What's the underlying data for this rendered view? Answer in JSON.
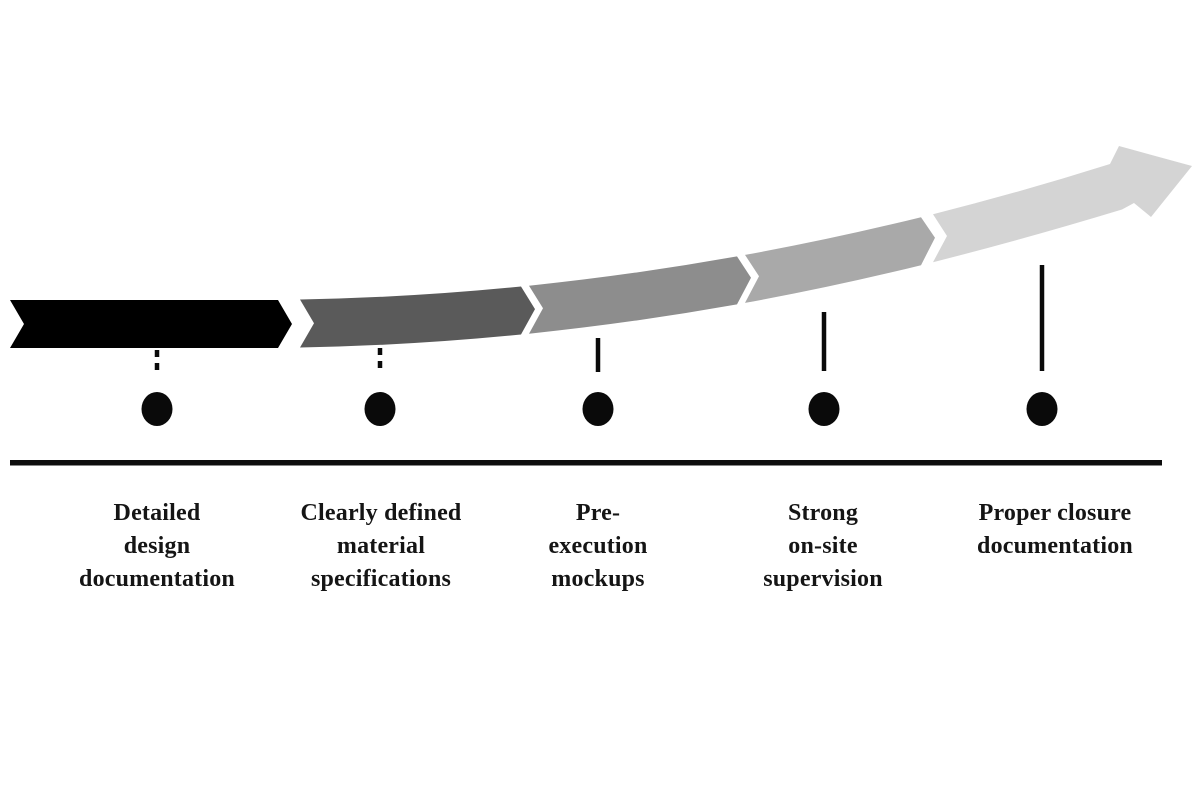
{
  "diagram": {
    "title_visible": false,
    "background_color": "#ffffff",
    "text_color": "#151515",
    "timeline": {
      "baseline_color": "#0d0d0d",
      "dot_color": "#0a0a0a",
      "connector_color": "#0a0a0a"
    },
    "stages": [
      {
        "label": "Detailed\ndesign\ndocumentation",
        "color": "#000000",
        "connector_style": "dotted",
        "connector_dash": "7 6"
      },
      {
        "label": "Clearly defined\nmaterial\nspecifications",
        "color": "#5A5A5A",
        "connector_style": "dotted",
        "connector_dash": "7 6"
      },
      {
        "label": "Pre-\nexecution\nmockups",
        "color": "#8D8D8D",
        "connector_style": "solid"
      },
      {
        "label": "Strong\non-site\nsupervision",
        "color": "#A9A9A9",
        "connector_style": "solid"
      },
      {
        "label": "Proper closure\ndocumentation",
        "color": "#D4D4D4",
        "connector_style": "solid"
      }
    ]
  }
}
